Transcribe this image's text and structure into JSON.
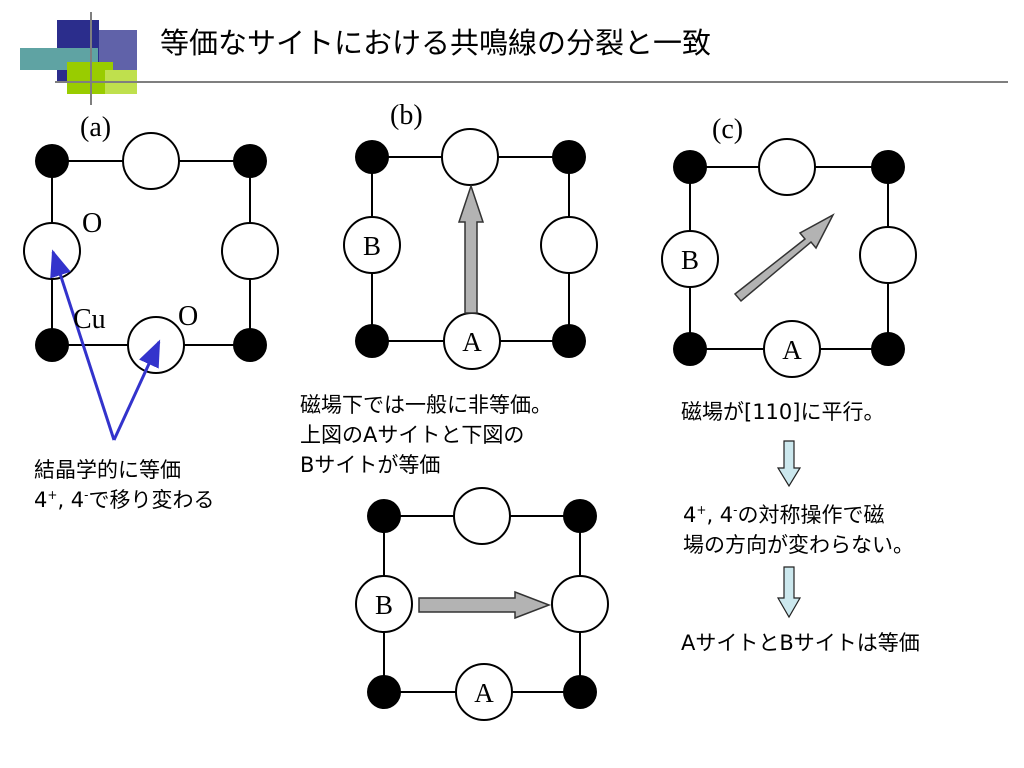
{
  "title": "等価なサイトにおける共鳴線の分裂と一致",
  "colors": {
    "header_blue": "#2b2d8c",
    "header_teal": "#5fa3a3",
    "header_green": "#99cc00",
    "arrow_blue": "#3333cc",
    "arrow_gray": "#b3b3b3",
    "arrow_lightblue": "#cce8ee"
  },
  "panel_a": {
    "label": "(a)",
    "o1": "O",
    "o2": "O",
    "cu": "Cu"
  },
  "panel_b": {
    "label": "(b)",
    "site_b": "B",
    "site_a": "A"
  },
  "panel_b2": {
    "site_b": "B",
    "site_a": "A"
  },
  "panel_c": {
    "label": "(c)",
    "site_b": "B",
    "site_a": "A"
  },
  "notes": {
    "a_line1": "結晶学的に等価",
    "a_line2_n1": "4",
    "a_line2_s1": "+",
    "a_line2_mid": ", 4",
    "a_line2_s2": "-",
    "a_line2_rest": "で移り変わる",
    "b_line1": "磁場下では一般に非等価。",
    "b_line2": "上図のAサイトと下図の",
    "b_line3": "Bサイトが等価",
    "c_line1": "磁場が[110]に平行。",
    "c_line2_n1": "4",
    "c_line2_s1": "+",
    "c_line2_mid": ", 4",
    "c_line2_s2": "-",
    "c_line2_rest": "の対称操作で磁",
    "c_line3": "場の方向が変わらない。",
    "c_line4": "AサイトとBサイトは等価"
  }
}
